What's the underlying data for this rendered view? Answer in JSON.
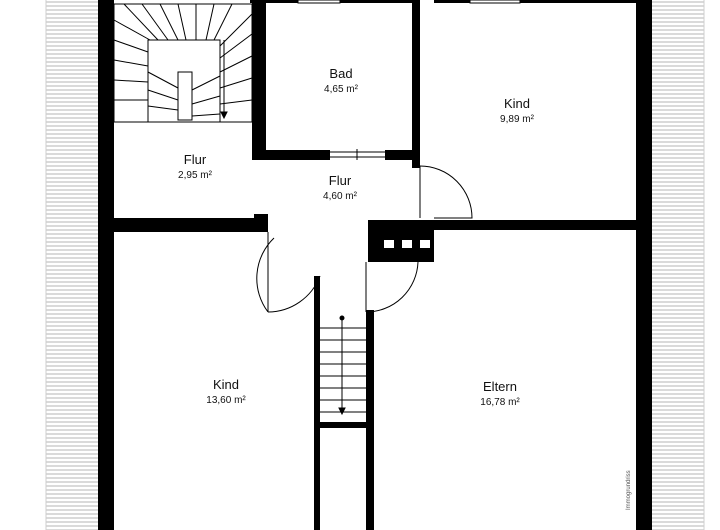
{
  "rooms": {
    "bad": {
      "name": "Bad",
      "area": "4,65 m²"
    },
    "kind_top": {
      "name": "Kind",
      "area": "9,89 m²"
    },
    "flur_left": {
      "name": "Flur",
      "area": "2,95 m²"
    },
    "flur_center": {
      "name": "Flur",
      "area": "4,60 m²"
    },
    "kind_bottom": {
      "name": "Kind",
      "area": "13,60 m²"
    },
    "eltern": {
      "name": "Eltern",
      "area": "16,78 m²"
    }
  },
  "credit": "Immogrundriss",
  "colors": {
    "wall": "#000000",
    "roof_hatch": "#b0b0b0",
    "background": "#ffffff"
  }
}
